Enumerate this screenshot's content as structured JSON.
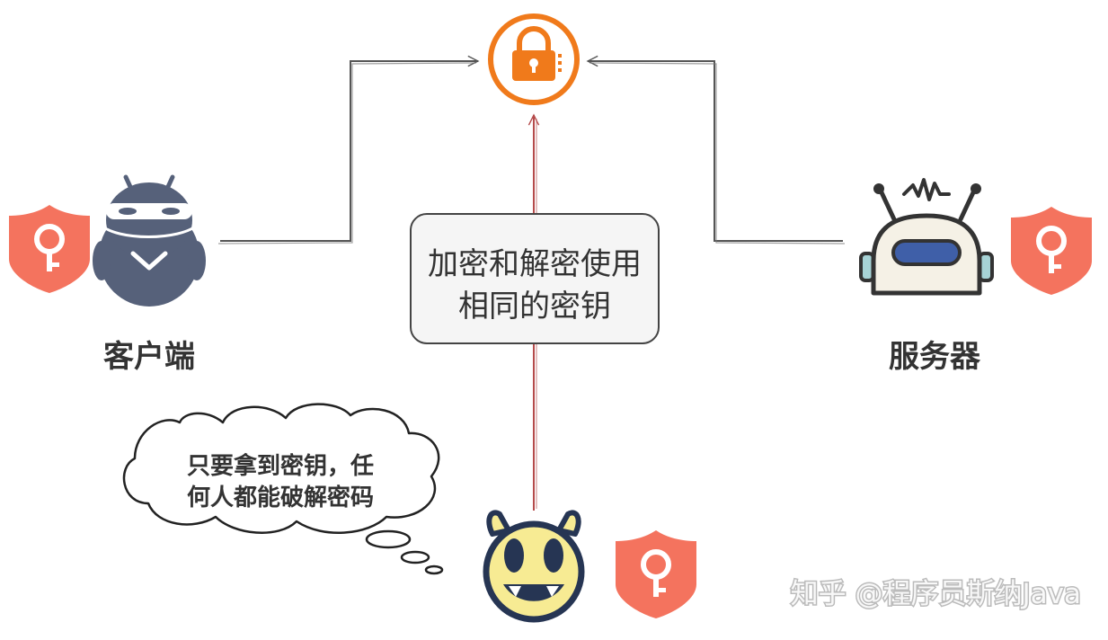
{
  "nodes": {
    "client": {
      "label": "客户端"
    },
    "server": {
      "label": "服务器"
    },
    "center_box": {
      "line1": "加密和解密使用",
      "line2": "相同的密钥"
    }
  },
  "thought_bubble": {
    "line1": "只要拿到密钥，任",
    "line2": "何人都能破解密码"
  },
  "watermark": {
    "text": "知乎 @程序员斯纳Java"
  },
  "colors": {
    "lock_circle": "#f07a1b",
    "shield": "#f4735e",
    "client_robot": "#56617a",
    "server_visor": "#3f5fa8",
    "devil_face": "#f7eb93",
    "devil_outline": "#263553",
    "red_arrow": "#b54b4b",
    "gray_arrow": "#555555"
  },
  "icons": {
    "lock": "lock-icon",
    "shield_key": "shield-key-icon",
    "client_robot": "ninja-robot-icon",
    "server_robot": "server-robot-icon",
    "devil": "devil-face-icon"
  }
}
